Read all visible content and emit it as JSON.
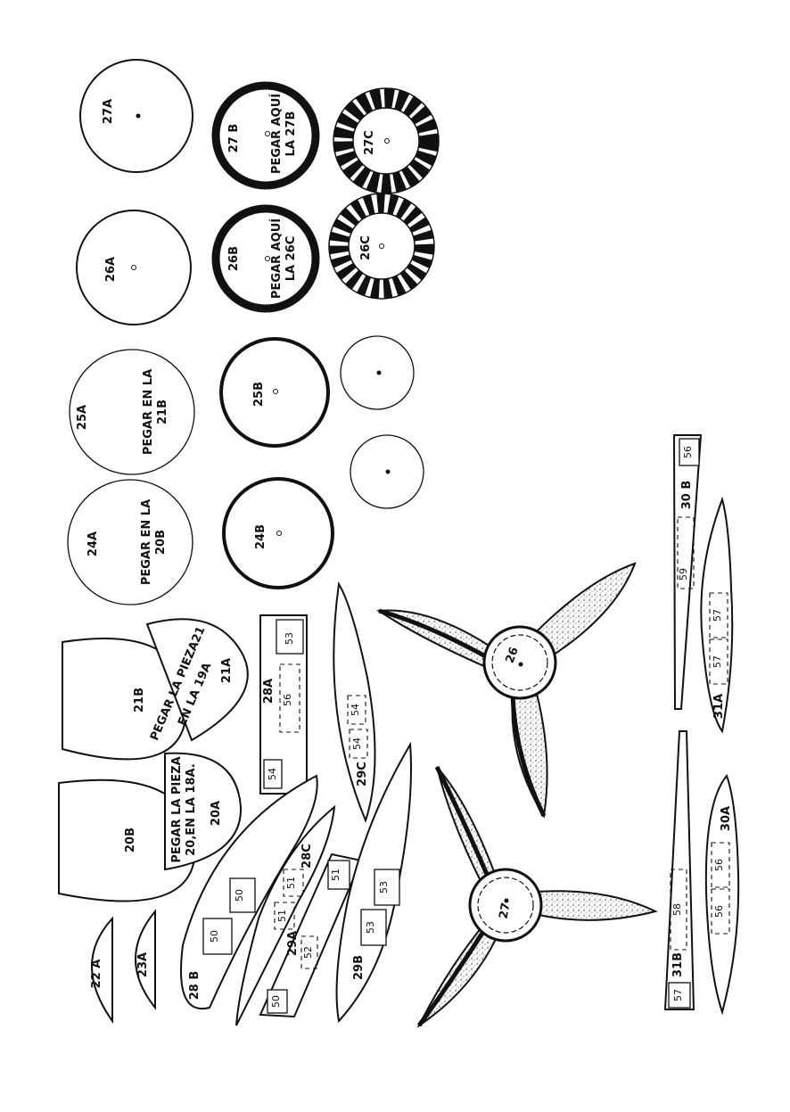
{
  "labels": {
    "p27A": "27A",
    "p26A": "26A",
    "p25A": "25A",
    "p24A": "24A",
    "p27B": "27 B",
    "p26B": "26B",
    "p25B": "25B",
    "p24B": "24B",
    "p27C": "27C",
    "p26C": "26C",
    "p21B": "21B",
    "p21A": "21A",
    "p20B": "20B",
    "p20A": "20A",
    "p22A": "22 A",
    "p23A": "23A",
    "p28A": "28A",
    "p28B": "28 B",
    "p28C": "28C",
    "p29A": "29A",
    "p29B": "29B",
    "p29C": "29C",
    "p30A": "30A",
    "p30B": "30 B",
    "p31A": "31A",
    "p31B": "31B",
    "hub26": "26",
    "hub27": "27"
  },
  "notes": {
    "p27B_line1": "PEGAR AQUÍ",
    "p27B_line2": "LA 27B",
    "p26B_line1": "PEGAR AQUÍ",
    "p26B_line2": "LA 26C",
    "p25A_line1": "PEGAR EN LA",
    "p25A_line2": "21B",
    "p24A_line1": "PEGAR EN LA",
    "p24A_line2": "20B",
    "p21A_line1": "PEGAR LA PIEZA21",
    "p21A_line2": "EN LA 19A",
    "p20A_line1": "PEGAR LA PIEZA",
    "p20A_line2": "20,EN LA 18A."
  },
  "marks": {
    "m50a": "50",
    "m50b": "50",
    "m50c": "50",
    "m51a": "51",
    "m51b": "51",
    "m51c": "51",
    "m52": "52",
    "m53a": "53",
    "m53b": "53",
    "m53c": "53",
    "m54a": "54",
    "m54b": "54",
    "m54c": "54",
    "m56a": "56",
    "m56b": "56",
    "m56c": "56",
    "m56d": "56",
    "m57a": "57",
    "m57b": "57",
    "m57c": "57",
    "m58": "58",
    "m59": "59"
  }
}
